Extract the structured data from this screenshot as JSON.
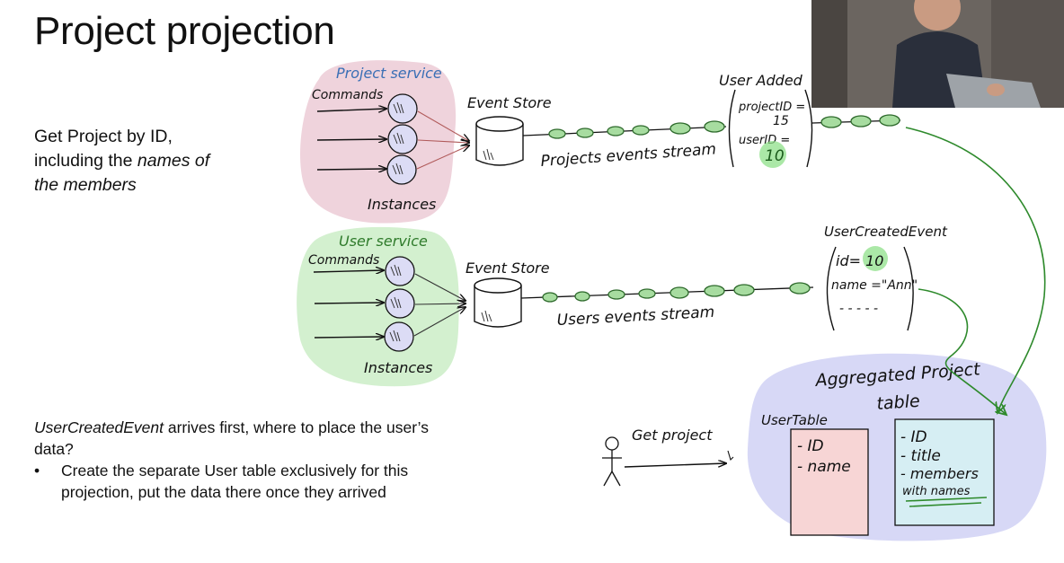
{
  "slide": {
    "title": "Project projection",
    "intro": {
      "line1": "Get Project by ID,",
      "line2_prefix": "including the ",
      "line2_em": "names of",
      "line3_em": "the members"
    },
    "note": {
      "em": "UserCreatedEvent",
      "text": " arrives first, where to place the user’s data?",
      "bullets": [
        "Create the separate User table exclusively for this projection, put the data there once they arrived"
      ]
    }
  },
  "diagram": {
    "project_service": {
      "label": "Project service",
      "commands": "Commands",
      "instances": "Instances",
      "event_store": "Event Store",
      "stream": "Projects events stream",
      "event": {
        "name": "User Added",
        "line1": "projectID =",
        "line2": "15",
        "line3": "userID =",
        "line4": "10"
      }
    },
    "user_service": {
      "label": "User service",
      "commands": "Commands",
      "instances": "Instances",
      "event_store": "Event Store",
      "stream": "Users events stream",
      "event": {
        "name": "UserCreatedEvent",
        "line1": "id= 10",
        "line2": "name =\"Ann\"",
        "line3": "- - - - -"
      }
    },
    "aggregated": {
      "title1": "Aggregated Project",
      "title2": "table",
      "user_table": {
        "label": "UserTable",
        "fields": [
          "- ID",
          "- name"
        ]
      },
      "project_table": {
        "fields": [
          "- ID",
          "- title",
          "- members",
          "with names"
        ]
      }
    },
    "get_project": "Get project"
  },
  "colors": {
    "project_blob": "#efd3dc",
    "user_blob": "#d3f0cf",
    "aggregated_blob": "#d7d8f6",
    "instance_fill": "#dcdcf5",
    "event_fill": "#a7dca0",
    "event_stroke": "#2e6a2c",
    "highlight": "#8fe08a",
    "arrow_green": "#2e8a2c",
    "user_table_fill": "#f7d5d5",
    "project_table_fill": "#d6eef3"
  }
}
